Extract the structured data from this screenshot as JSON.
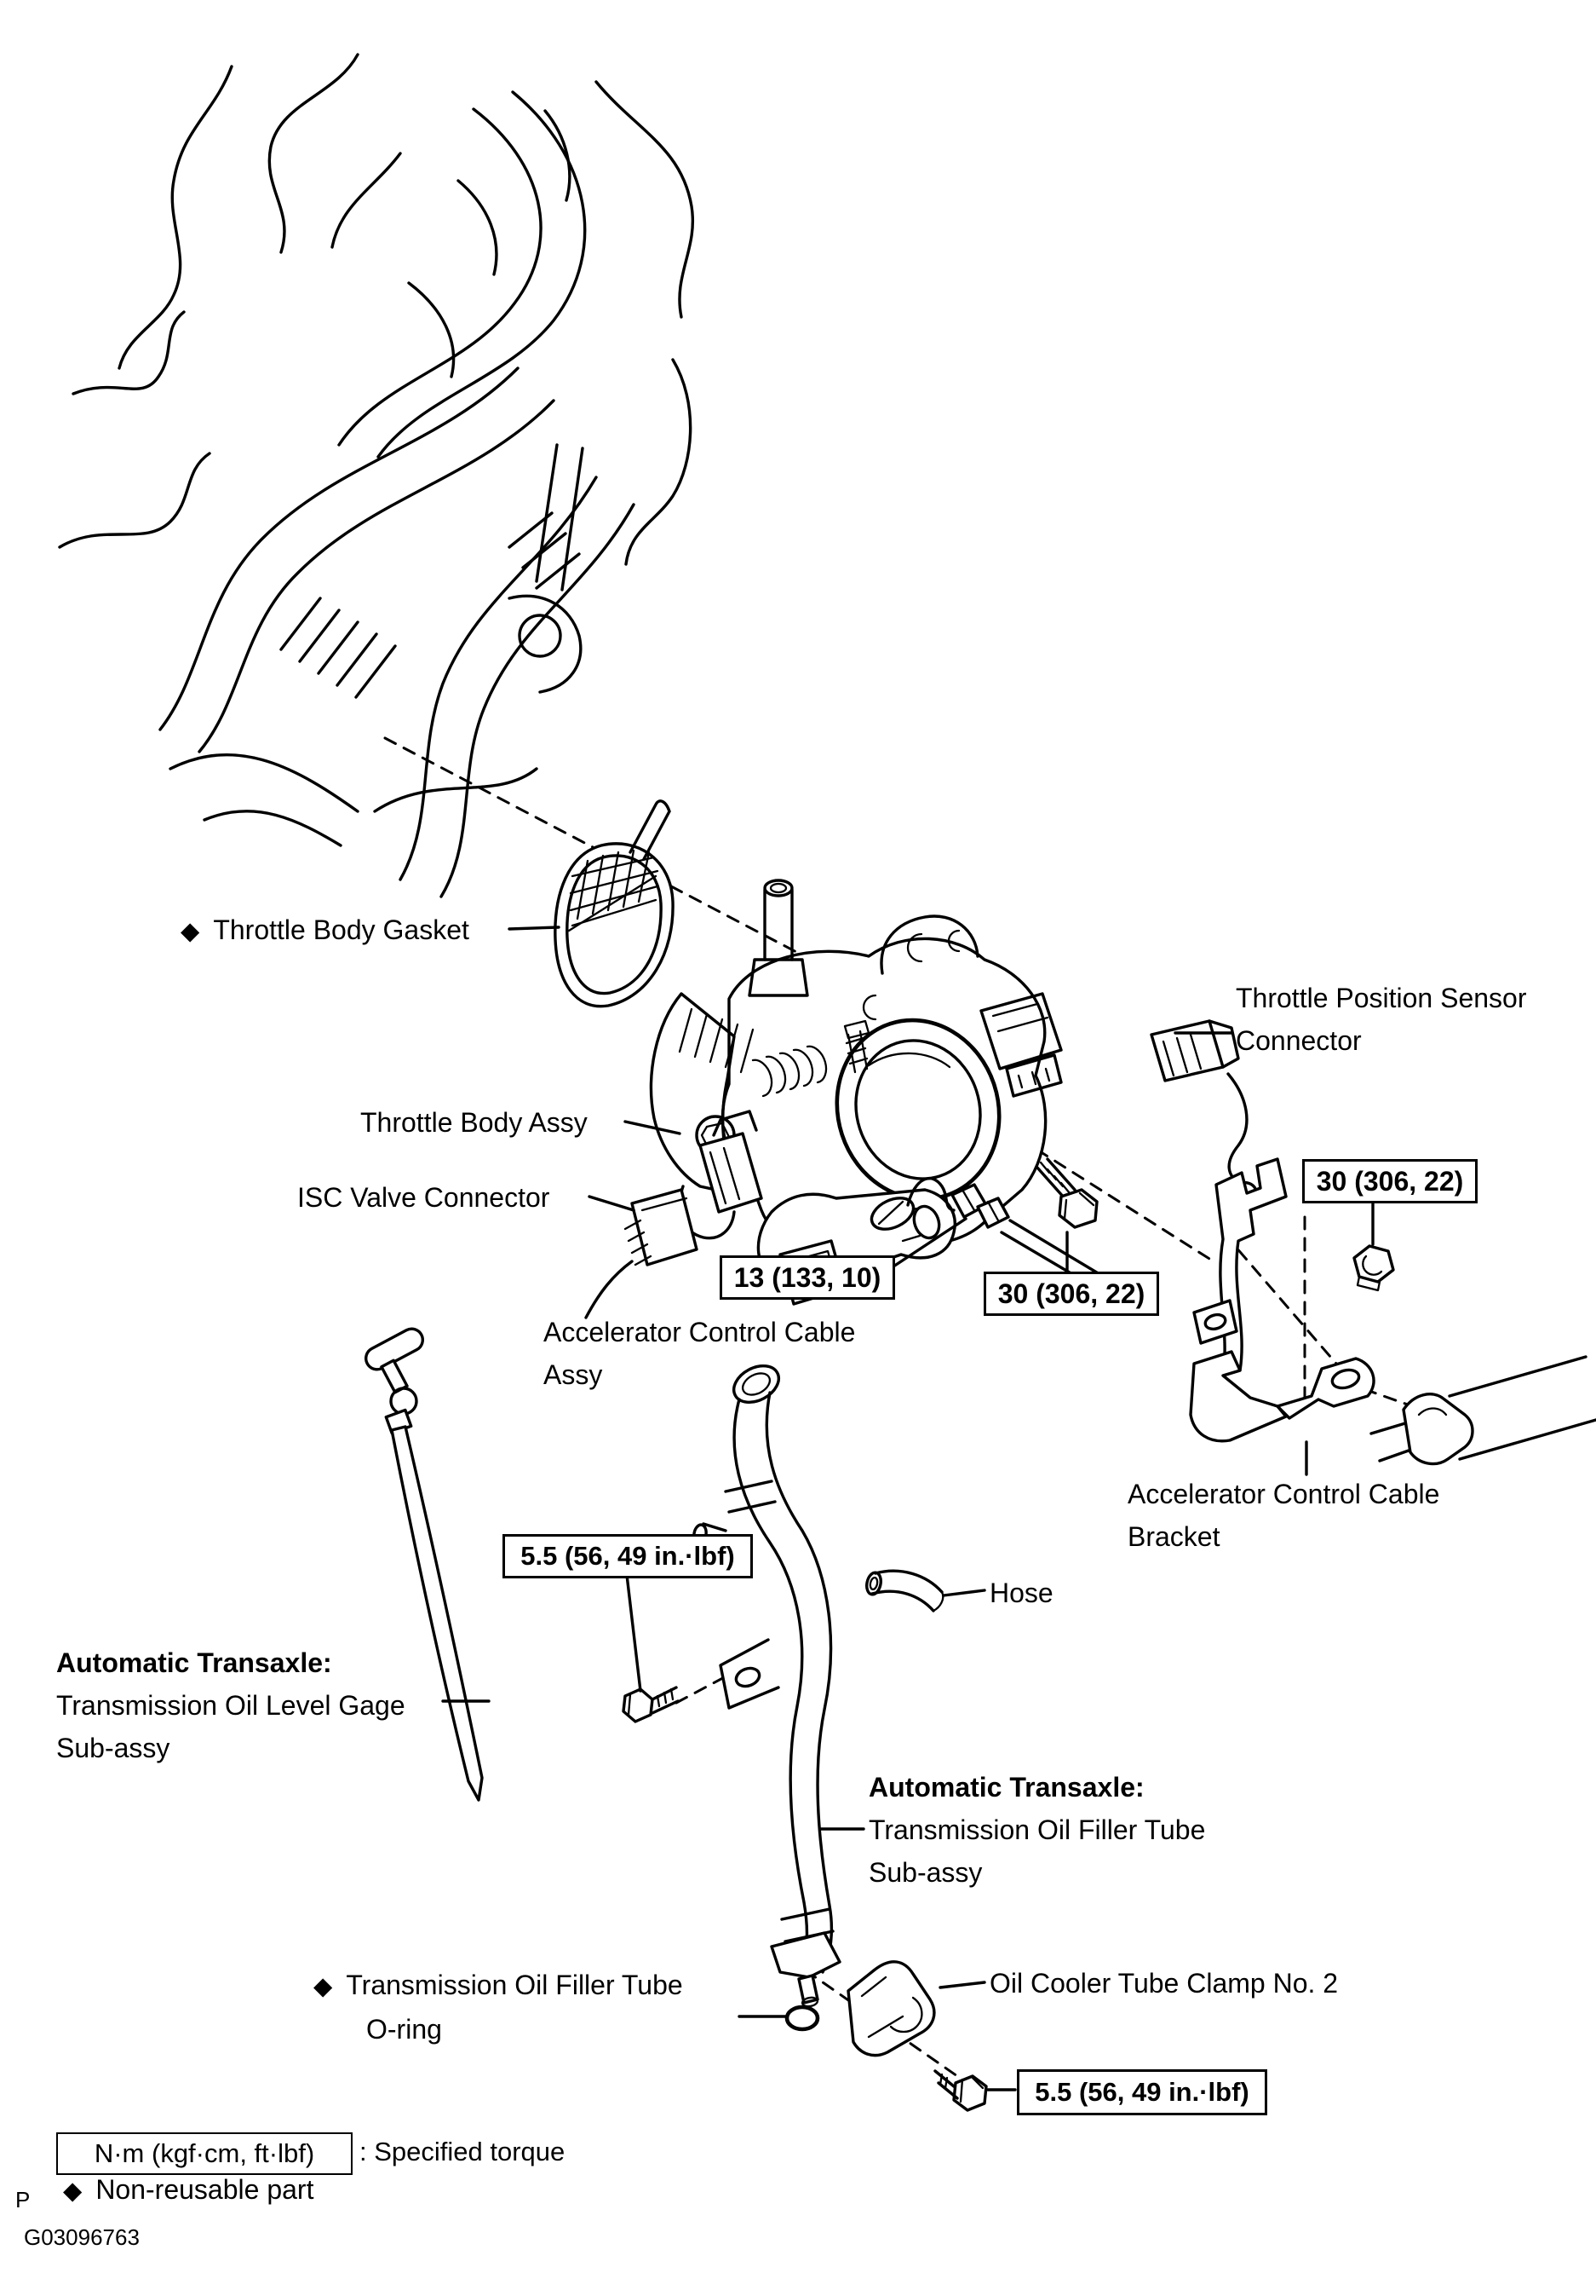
{
  "colors": {
    "ink": "#000000",
    "paper": "#ffffff"
  },
  "symbols": {
    "diamond": "◆"
  },
  "doc": {
    "figure_code": "G03096763",
    "page_marker": "P"
  },
  "parts": {
    "throttle_body_gasket": {
      "label": "Throttle Body Gasket"
    },
    "throttle_body_assy": {
      "label": "Throttle Body Assy"
    },
    "throttle_position_sensor_connector": {
      "line1": "Throttle Position Sensor",
      "line2": "Connector"
    },
    "isc_valve_connector": {
      "label": "ISC Valve Connector"
    },
    "accelerator_control_cable_assy": {
      "line1": "Accelerator Control Cable",
      "line2": "Assy"
    },
    "accelerator_control_cable_bracket": {
      "line1": "Accelerator Control Cable",
      "line2": "Bracket"
    },
    "hose": {
      "label": "Hose"
    },
    "transmission_oil_level_gage": {
      "heading": "Automatic Transaxle:",
      "line1": "Transmission Oil Level Gage",
      "line2": "Sub-assy"
    },
    "transmission_oil_filler_tube": {
      "heading": "Automatic Transaxle:",
      "line1": "Transmission Oil Filler Tube",
      "line2": "Sub-assy"
    },
    "transmission_oil_filler_tube_oring": {
      "line1": "Transmission Oil Filler Tube",
      "line2": "O-ring"
    },
    "oil_cooler_tube_clamp_no2": {
      "label": "Oil Cooler Tube Clamp No. 2"
    }
  },
  "torque_callouts": {
    "accelerator_cable_lock_nut": "13 (133, 10)",
    "throttle_body_bolt": "30 (306, 22)",
    "bracket_nut": "30 (306, 22)",
    "oil_level_gage_bolt": "5.5 (56, 49 in.·lbf)",
    "oil_cooler_clamp_bolt": "5.5 (56, 49 in.·lbf)"
  },
  "legend": {
    "torque_box_label": "N·m (kgf·cm, ft·lbf)",
    "torque_description": ": Specified torque",
    "non_reusable_label": "Non-reusable part"
  }
}
